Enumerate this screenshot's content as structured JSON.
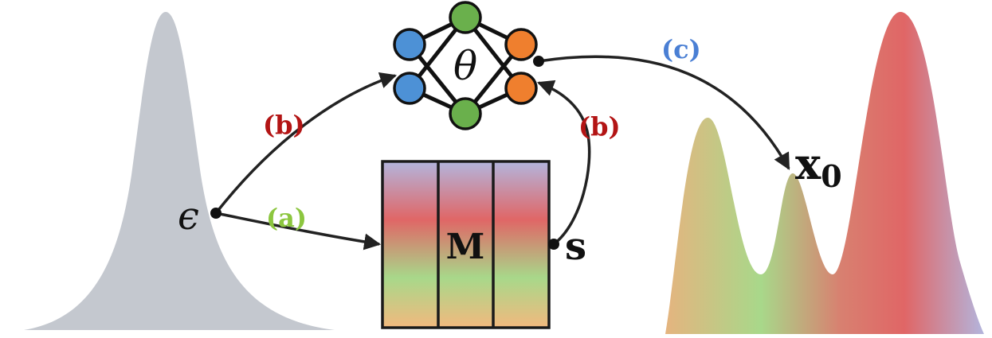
{
  "labels": {
    "b_left": "(b)",
    "b_right": "(b)",
    "a": "(a)",
    "c": "(c)"
  },
  "symbols": {
    "epsilon": "ϵ",
    "theta": "θ",
    "matrix": "M",
    "s": "s",
    "x": "x",
    "x_subscript": "0"
  },
  "colors": {
    "gray_distribution": "#c4c8cf",
    "node_blue": "#4d91d6",
    "node_green": "#6ab04c",
    "node_orange": "#ef7f2e",
    "label_red": "#b31414",
    "label_green": "#8cc63f",
    "label_blue": "#4a7fd4",
    "gradient_lavender": "#b3b5dd",
    "gradient_red": "#e06666",
    "gradient_green": "#a8d88a",
    "gradient_peach": "#f2b97e"
  }
}
